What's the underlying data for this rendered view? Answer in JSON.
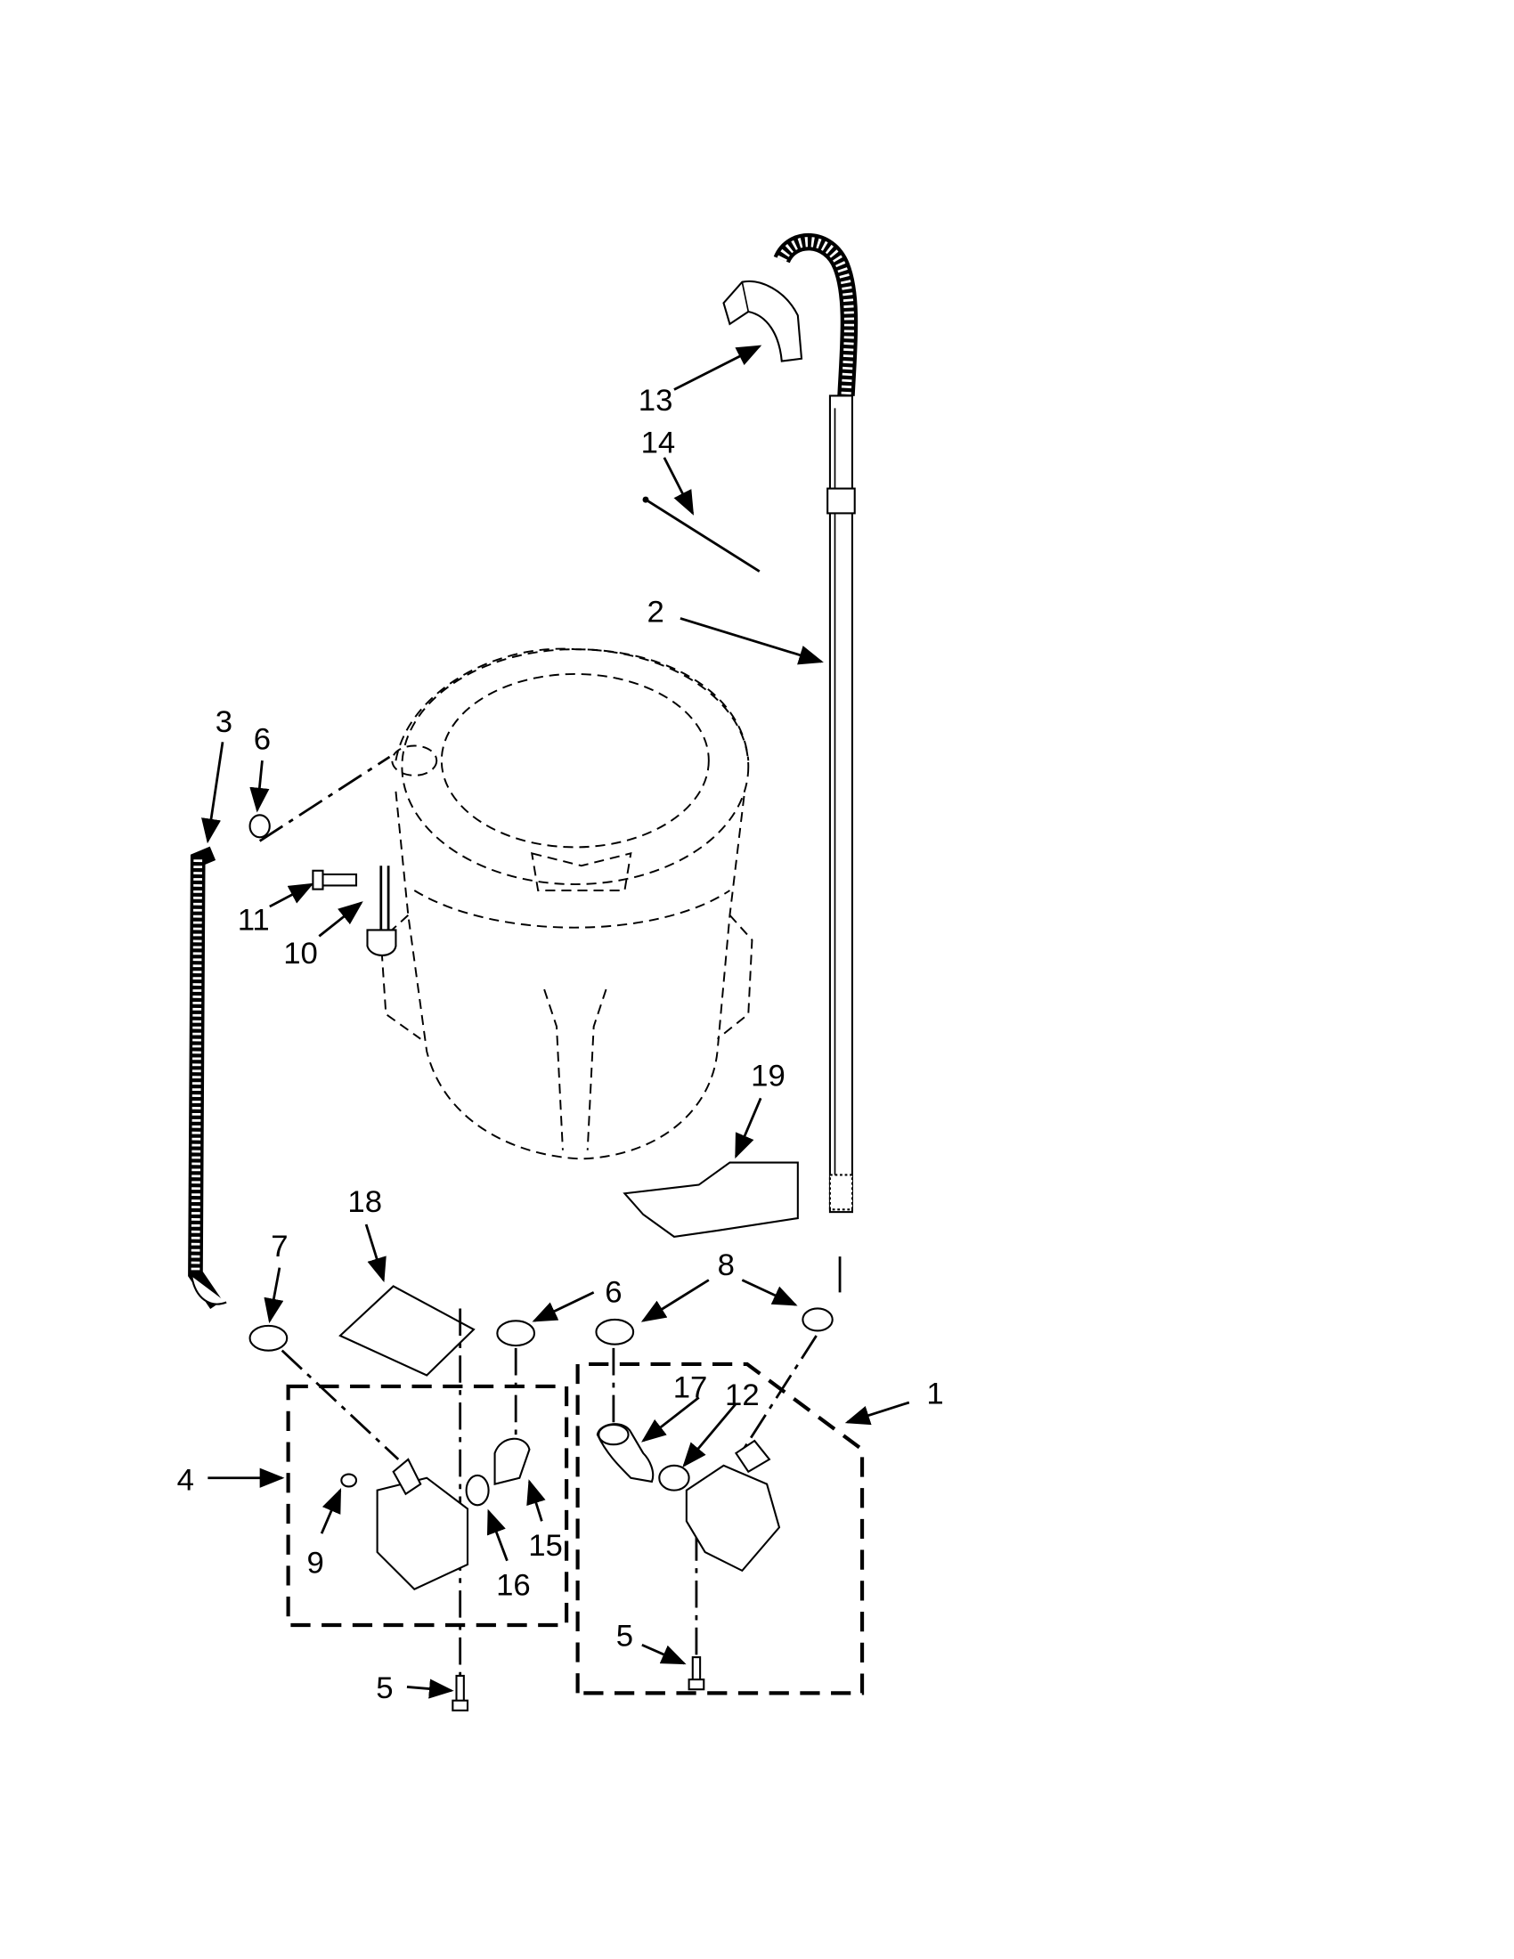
{
  "diagram": {
    "callouts": {
      "c1": "1",
      "c2": "2",
      "c3": "3",
      "c4": "4",
      "c5a": "5",
      "c5b": "5",
      "c6a": "6",
      "c6b": "6",
      "c7": "7",
      "c8": "8",
      "c9": "9",
      "c10": "10",
      "c11": "11",
      "c12": "12",
      "c13": "13",
      "c14": "14",
      "c15": "15",
      "c16": "16",
      "c17": "17",
      "c18": "18",
      "c19": "19"
    }
  }
}
